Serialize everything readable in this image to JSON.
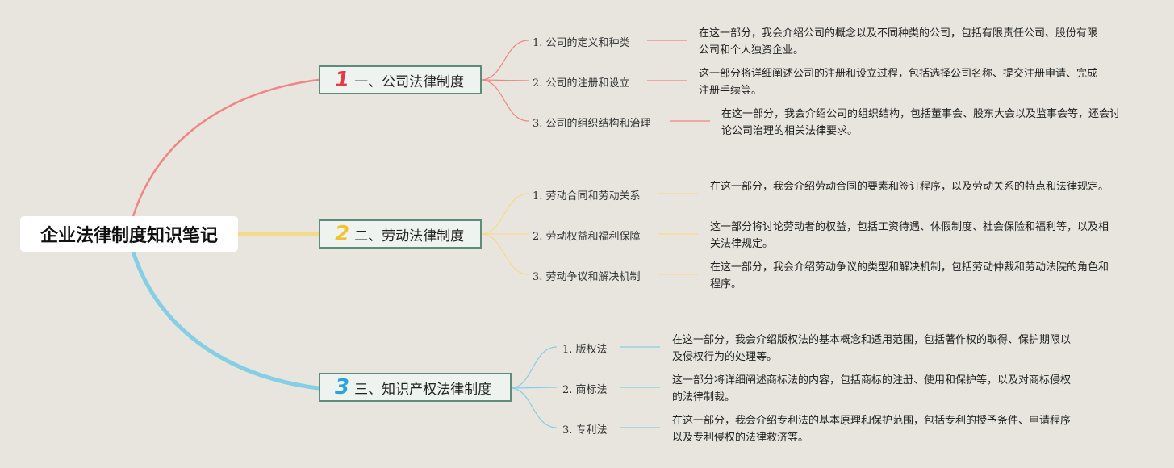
{
  "title": "企业法律制度知识笔记",
  "colors": {
    "branch1": "#e63946",
    "branch2": "#f2c230",
    "branch3": "#2aa4d8",
    "line1": "#f08585",
    "line2": "#f7d98a",
    "line3": "#84cfe5"
  },
  "branches": [
    {
      "num": "1",
      "label": "一、公司法律制度",
      "subs": [
        {
          "label": "1. 公司的定义和种类",
          "desc": "在这一部分，我会介绍公司的概念以及不同种类的公司，包括有限责任公司、股份有限公司和个人独资企业。"
        },
        {
          "label": "2. 公司的注册和设立",
          "desc": "这一部分将详细阐述公司的注册和设立过程，包括选择公司名称、提交注册申请、完成注册手续等。"
        },
        {
          "label": "3. 公司的组织结构和治理",
          "desc": "在这一部分，我会介绍公司的组织结构，包括董事会、股东大会以及监事会等，还会讨论公司治理的相关法律要求。"
        }
      ]
    },
    {
      "num": "2",
      "label": "二、劳动法律制度",
      "subs": [
        {
          "label": "1. 劳动合同和劳动关系",
          "desc": "在这一部分，我会介绍劳动合同的要素和签订程序，以及劳动关系的特点和法律规定。"
        },
        {
          "label": "2. 劳动权益和福利保障",
          "desc": "这一部分将讨论劳动者的权益，包括工资待遇、休假制度、社会保险和福利等，以及相关法律规定。"
        },
        {
          "label": "3. 劳动争议和解决机制",
          "desc": "在这一部分，我会介绍劳动争议的类型和解决机制，包括劳动仲裁和劳动法院的角色和程序。"
        }
      ]
    },
    {
      "num": "3",
      "label": "三、知识产权法律制度",
      "subs": [
        {
          "label": "1. 版权法",
          "desc": "在这一部分，我会介绍版权法的基本概念和适用范围，包括著作权的取得、保护期限以及侵权行为的处理等。"
        },
        {
          "label": "2. 商标法",
          "desc": "这一部分将详细阐述商标法的内容，包括商标的注册、使用和保护等，以及对商标侵权的法律制裁。"
        },
        {
          "label": "3. 专利法",
          "desc": "在这一部分，我会介绍专利法的基本原理和保护范围，包括专利的授予条件、申请程序以及专利侵权的法律救济等。"
        }
      ]
    }
  ]
}
